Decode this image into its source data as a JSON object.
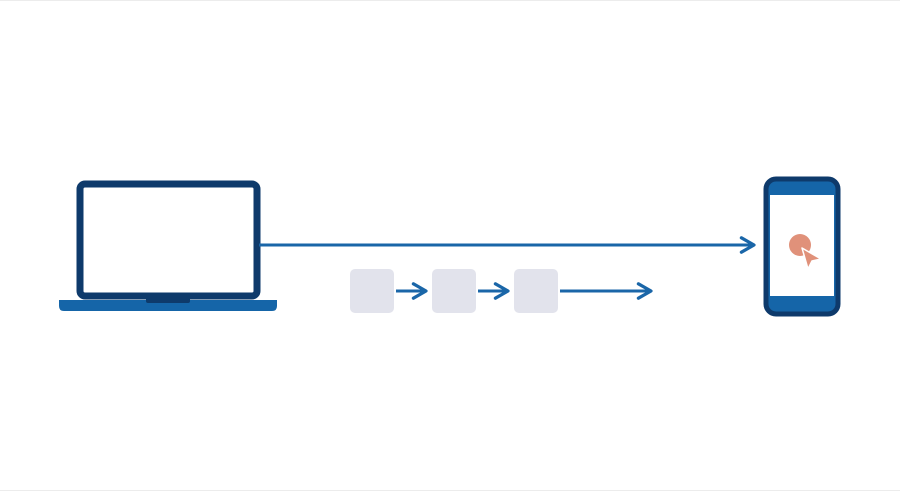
{
  "colors": {
    "device_dark": "#0e3a6b",
    "device_accent": "#1565a8",
    "arrow": "#1a66a8",
    "step_box": "#e2e3ec",
    "tap": "#e0917a",
    "screen": "#ffffff"
  },
  "icons": {
    "source": "laptop-icon",
    "target": "smartphone-icon",
    "gesture": "tap-cursor-icon"
  },
  "diagram": {
    "direct_link": {
      "from": "laptop",
      "to": "phone"
    },
    "step_count": 3,
    "steps_arrow_count": 3
  }
}
